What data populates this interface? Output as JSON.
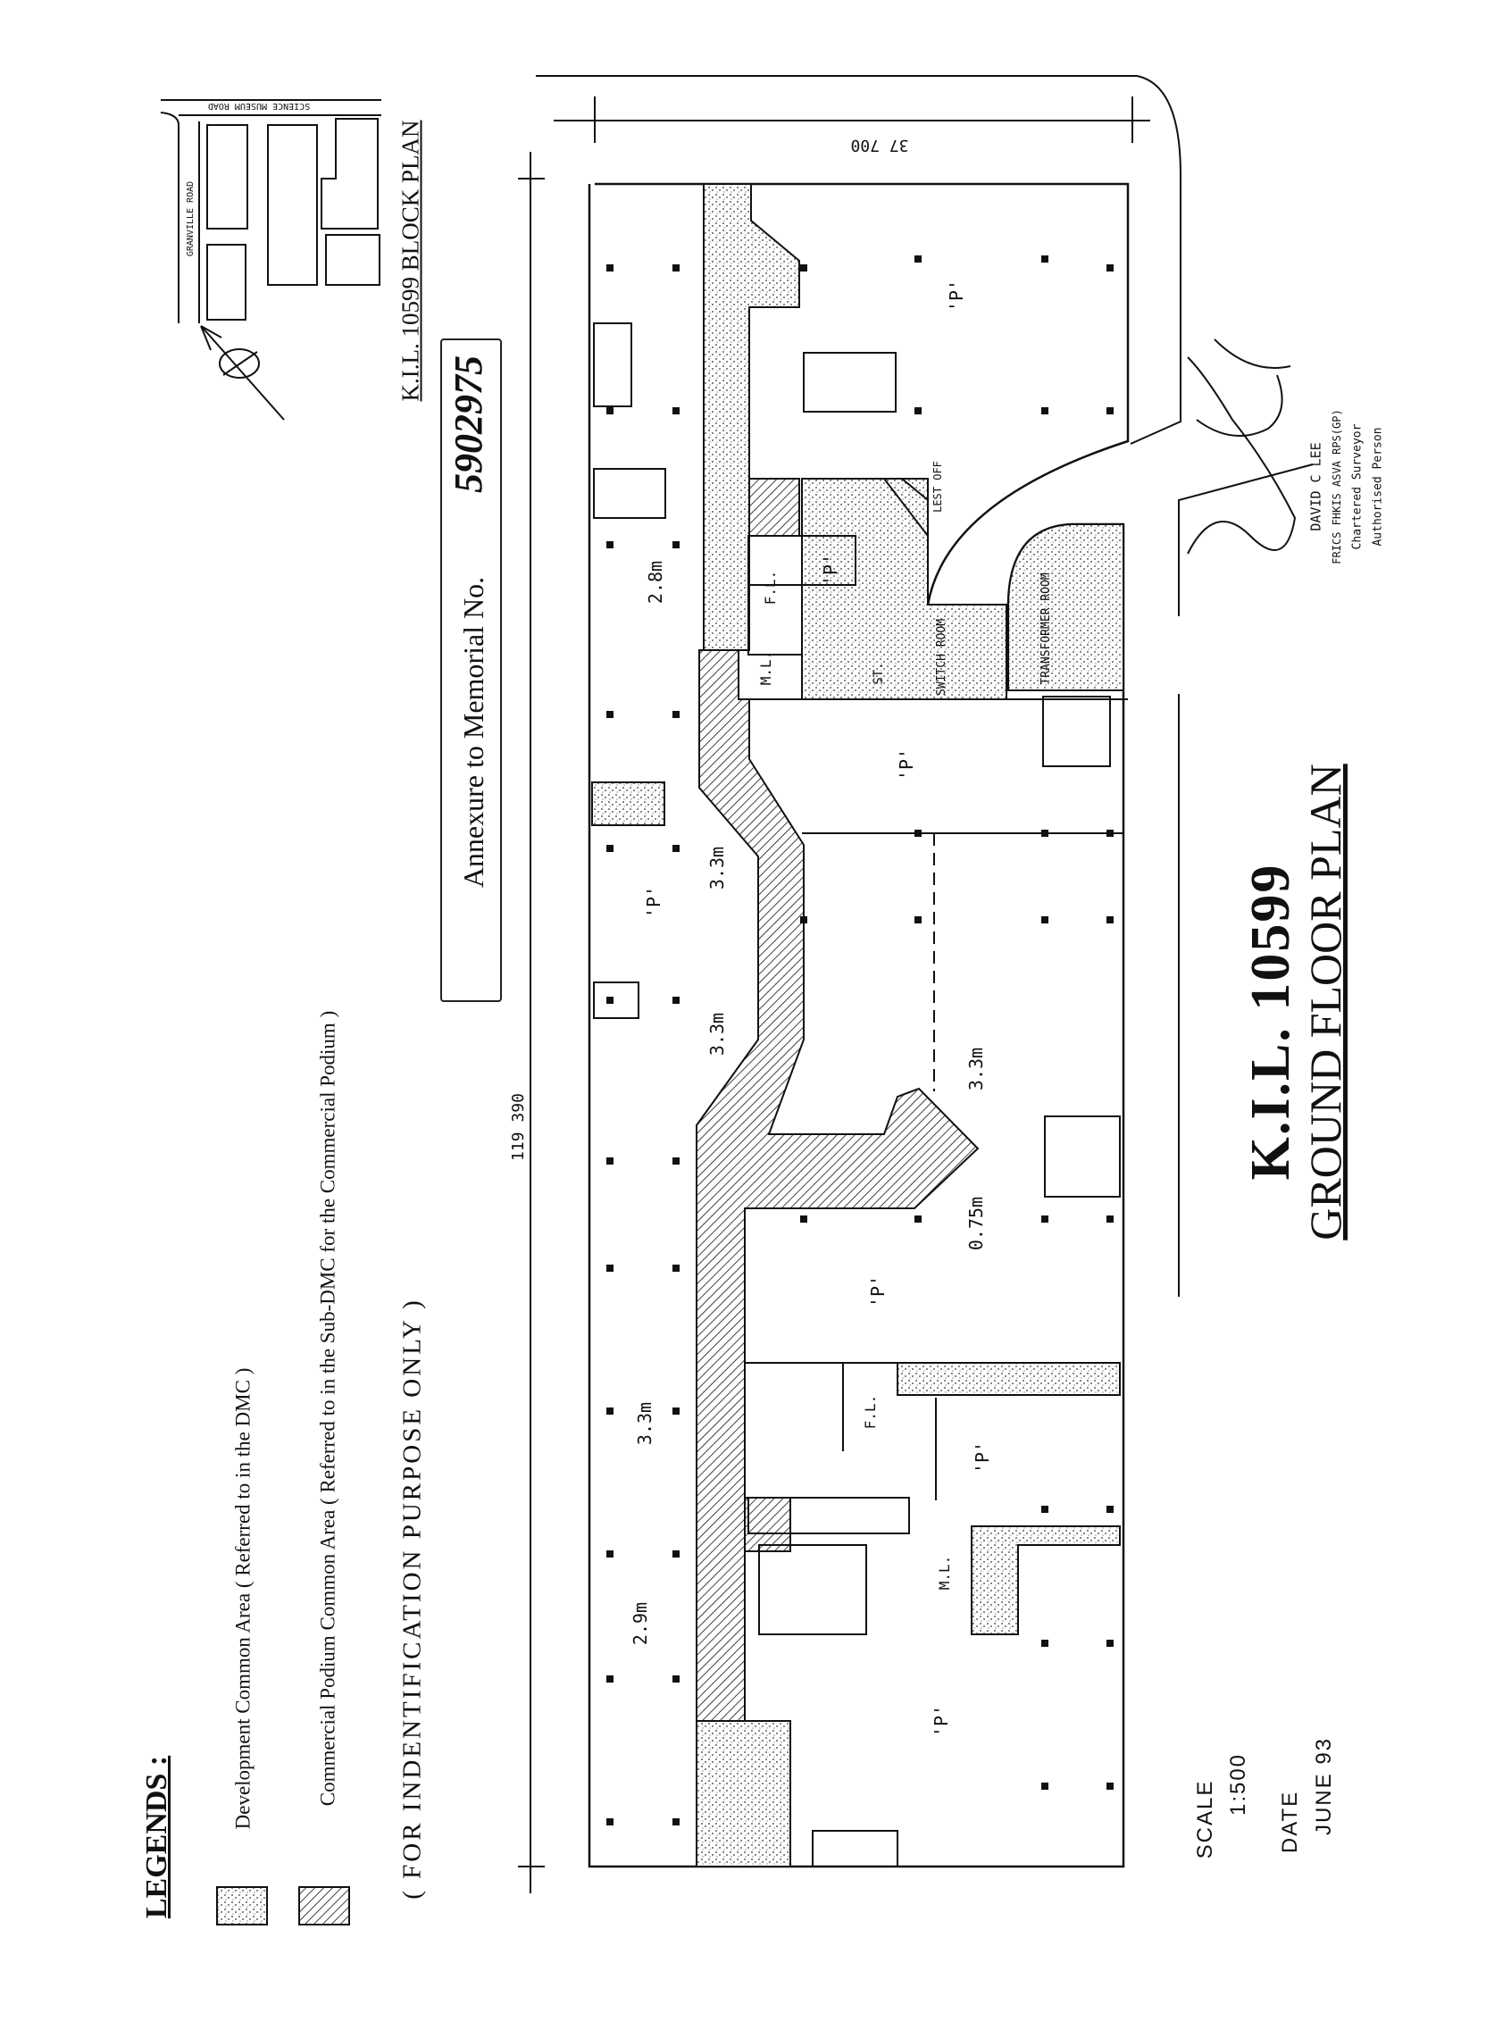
{
  "block_plan": {
    "title": "K.I.L. 10599 BLOCK PLAN",
    "road_top": "SCIENCE MUSEUM ROAD",
    "road_left": "GRANVILLE ROAD"
  },
  "memorial": {
    "text": "Annexure to Memorial No.",
    "number": "5902975"
  },
  "legend": {
    "title": "LEGENDS :",
    "items": [
      {
        "label": "Development Common Area ( Referred to in the DMC )",
        "pattern": "stipple"
      },
      {
        "label": "Commercial Podium Common Area ( Referred to in the Sub-DMC for the Commercial Podium )",
        "pattern": "hatch"
      }
    ],
    "note": "( FOR INDENTIFICATION PURPOSE ONLY )"
  },
  "dimensions": {
    "length": "119 390",
    "width": "37 700"
  },
  "plan": {
    "labels": {
      "p": "'P'",
      "width_2_8": "2.8m",
      "width_3_3": "3.3m",
      "width_2_9": "2.9m",
      "width_0_75": "0.75m",
      "fl": "F.L.",
      "ml": "M.L.",
      "st": "ST.",
      "lift_off": "LEST OFF",
      "switch_room": "SWITCH ROOM",
      "transformer_room": "TRANSFORMER ROOM"
    }
  },
  "title": {
    "lot": "K.I.L.  10599",
    "plan": "GROUND FLOOR PLAN"
  },
  "meta": {
    "scale_label": "SCALE",
    "scale": "1:500",
    "date_label": "DATE",
    "date": "JUNE 93"
  },
  "signatory": {
    "name": "DAVID C LEE",
    "quals": "FRICS FHKIS ASVA RPS(GP)",
    "role1": "Chartered Surveyor",
    "role2": "Authorised Person"
  },
  "colors": {
    "ink": "#111111",
    "paper": "#ffffff"
  }
}
